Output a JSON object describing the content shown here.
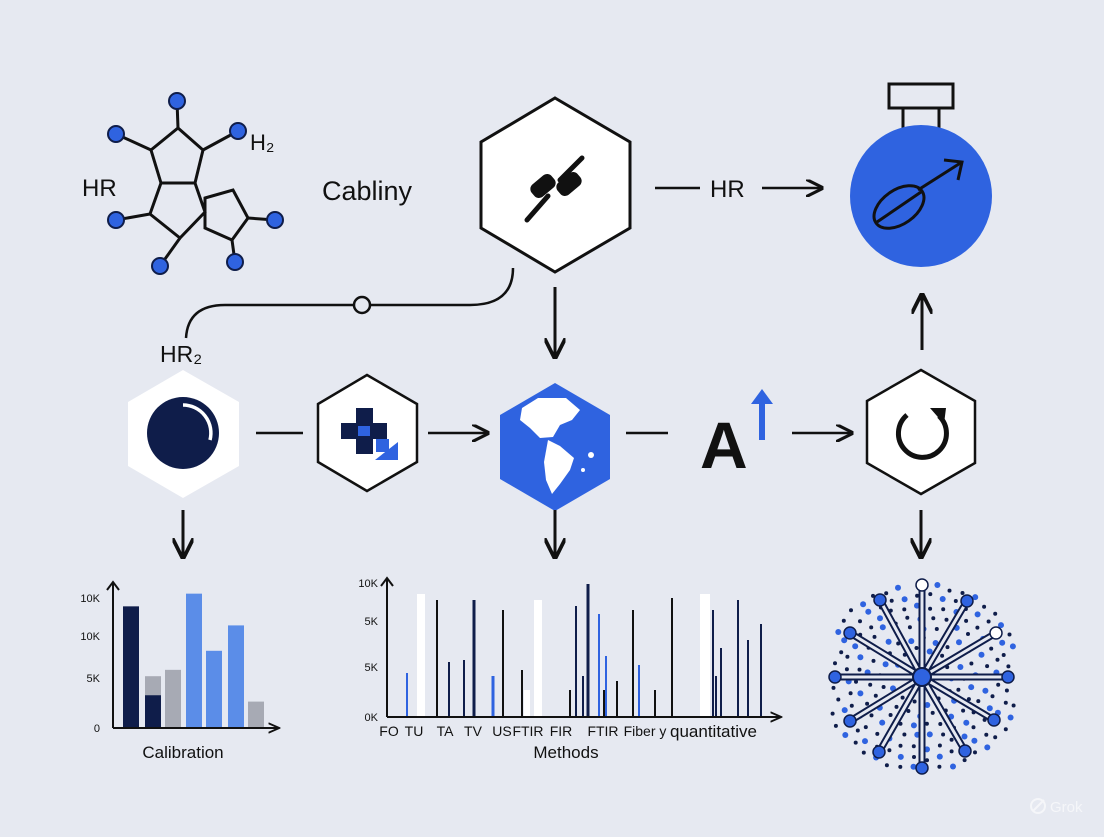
{
  "colors": {
    "background": "#e6e9f1",
    "ink": "#111111",
    "blue": "#2f63e0",
    "light_blue": "#5b8de8",
    "navy": "#0f1d4a",
    "gray": "#a7aab4",
    "white": "#ffffff"
  },
  "labels": {
    "hr_left": "HR",
    "h2": "H₂",
    "cabliny": "Cabliny",
    "hr_arrow": "HR",
    "hr2": "HR₂",
    "a_letter": "A"
  },
  "icons": {
    "molecule": "molecule-icon",
    "connector": "plug-connector-icon",
    "output": "flask-male-symbol-icon",
    "lens": "lens-circle-icon",
    "medical": "medical-cross-icon",
    "globe": "globe-americas-icon",
    "font_up": "font-up-arrow-icon",
    "refresh": "refresh-icon",
    "network": "radial-network-icon",
    "watermark": "grok-logo-icon"
  },
  "chart_calibration": {
    "type": "bar",
    "xlabel": "Calibration",
    "ytick_labels": [
      "10K",
      "10K",
      "5K",
      "0"
    ],
    "series": [
      {
        "values": [
          9.5,
          2.5,
          0,
          0,
          0,
          0
        ]
      },
      {
        "values": [
          0,
          4,
          4.5,
          0,
          0,
          0
        ]
      },
      {
        "values": [
          0,
          0,
          0,
          10.5,
          6,
          8
        ]
      },
      {
        "values": [
          0,
          0,
          0,
          0,
          0,
          2
        ]
      }
    ]
  },
  "chart_methods": {
    "type": "bar",
    "xlabel": "Methods",
    "ytick_labels": [
      "10K",
      "5K",
      "5K",
      "0K"
    ],
    "x_tick_labels": [
      "FO",
      "TU",
      "TA",
      "TV",
      "US",
      "FTIR",
      "FIR",
      "FTIR",
      "Fiber y"
    ],
    "extra_label": "quantitative"
  },
  "watermark_text": "Grok"
}
